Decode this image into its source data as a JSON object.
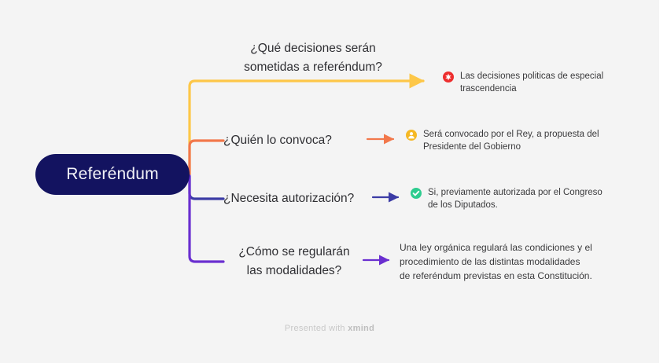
{
  "app": {
    "background_color": "#f4f4f4",
    "footer_prefix": "Presented with ",
    "footer_brand": "xmind"
  },
  "root": {
    "label": "Referéndum",
    "fill_color": "#131360",
    "text_color": "#f2f2f7"
  },
  "branches": [
    {
      "id": "branch-1",
      "question": "¿Qué decisiones serán\nsometidas a referéndum?",
      "line_color": "#fdc748",
      "leaf": {
        "icon": "red-star-badge-icon",
        "icon_color": "#ed2e2e",
        "text": "Las decisiones politicas de especial\ntrascendencia"
      }
    },
    {
      "id": "branch-2",
      "question": "¿Quién lo convoca?",
      "line_color": "#f2784b",
      "leaf": {
        "icon": "user-badge-icon",
        "icon_color": "#f5b824",
        "text": "Será convocado por el Rey, a propuesta del\nPresidente del Gobierno"
      }
    },
    {
      "id": "branch-3",
      "question": "¿Necesita autorización?",
      "line_color": "#3b3ba5",
      "leaf": {
        "icon": "green-check-badge-icon",
        "icon_color": "#2ecc8f",
        "text": "Si, previamente autorizada por el Congreso\nde los Diputados."
      }
    },
    {
      "id": "branch-4",
      "question": "¿Cómo se regularán\nlas modalidades?",
      "line_color": "#6a2fd0",
      "leaf": {
        "icon": "none",
        "icon_color": "",
        "text": "Una ley orgánica regulará las condiciones y el\nprocedimiento de las distintas modalidades\nde referéndum previstas en esta Constitución."
      }
    }
  ]
}
